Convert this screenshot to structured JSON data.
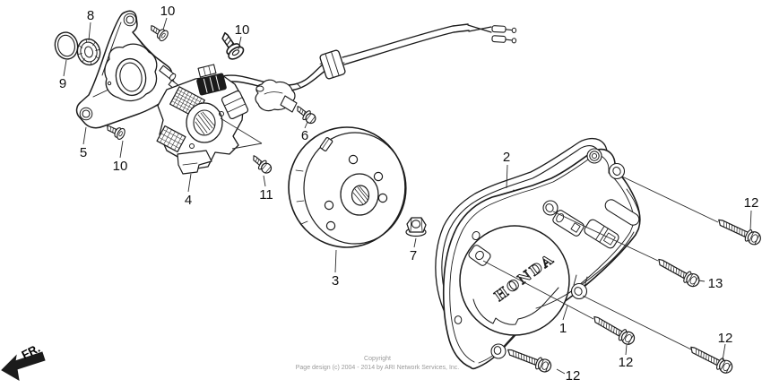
{
  "diagram": {
    "type": "exploded-parts-diagram",
    "front_indicator": "FR.",
    "cover_logo": "HONDA",
    "copyright_line1": "Copyright",
    "copyright_line2": "Page design (c) 2004 - 2014 by ARI Network Services, Inc.",
    "line_color": "#1b1b1b",
    "background": "#ffffff"
  },
  "callouts": [
    {
      "id": "callout-8",
      "text": "8"
    },
    {
      "id": "callout-10a",
      "text": "10"
    },
    {
      "id": "callout-10b",
      "text": "10"
    },
    {
      "id": "callout-9",
      "text": "9"
    },
    {
      "id": "callout-5",
      "text": "5"
    },
    {
      "id": "callout-10c",
      "text": "10"
    },
    {
      "id": "callout-4",
      "text": "4"
    },
    {
      "id": "callout-11",
      "text": "11"
    },
    {
      "id": "callout-6",
      "text": "6"
    },
    {
      "id": "callout-3",
      "text": "3"
    },
    {
      "id": "callout-7",
      "text": "7"
    },
    {
      "id": "callout-2",
      "text": "2"
    },
    {
      "id": "callout-1",
      "text": "1"
    },
    {
      "id": "callout-12a",
      "text": "12"
    },
    {
      "id": "callout-13",
      "text": "13"
    },
    {
      "id": "callout-12b",
      "text": "12"
    },
    {
      "id": "callout-12c",
      "text": "12"
    },
    {
      "id": "callout-12d",
      "text": "12"
    }
  ]
}
